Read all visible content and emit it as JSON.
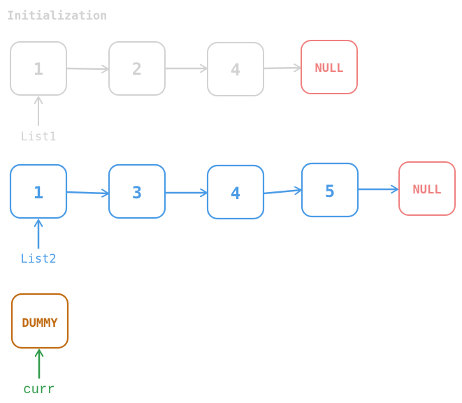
{
  "title": "Initialization",
  "colors": {
    "gray": "#d2d2d2",
    "blue": "#4a9be6",
    "red": "#f08080",
    "brown": "#c06a10",
    "green": "#2f9a48"
  },
  "list1": {
    "label": "List1",
    "nodes": [
      "1",
      "2",
      "4"
    ],
    "terminator": "NULL"
  },
  "list2": {
    "label": "List2",
    "nodes": [
      "1",
      "3",
      "4",
      "5"
    ],
    "terminator": "NULL"
  },
  "dummy": {
    "label": "DUMMY",
    "pointer_label": "curr"
  }
}
